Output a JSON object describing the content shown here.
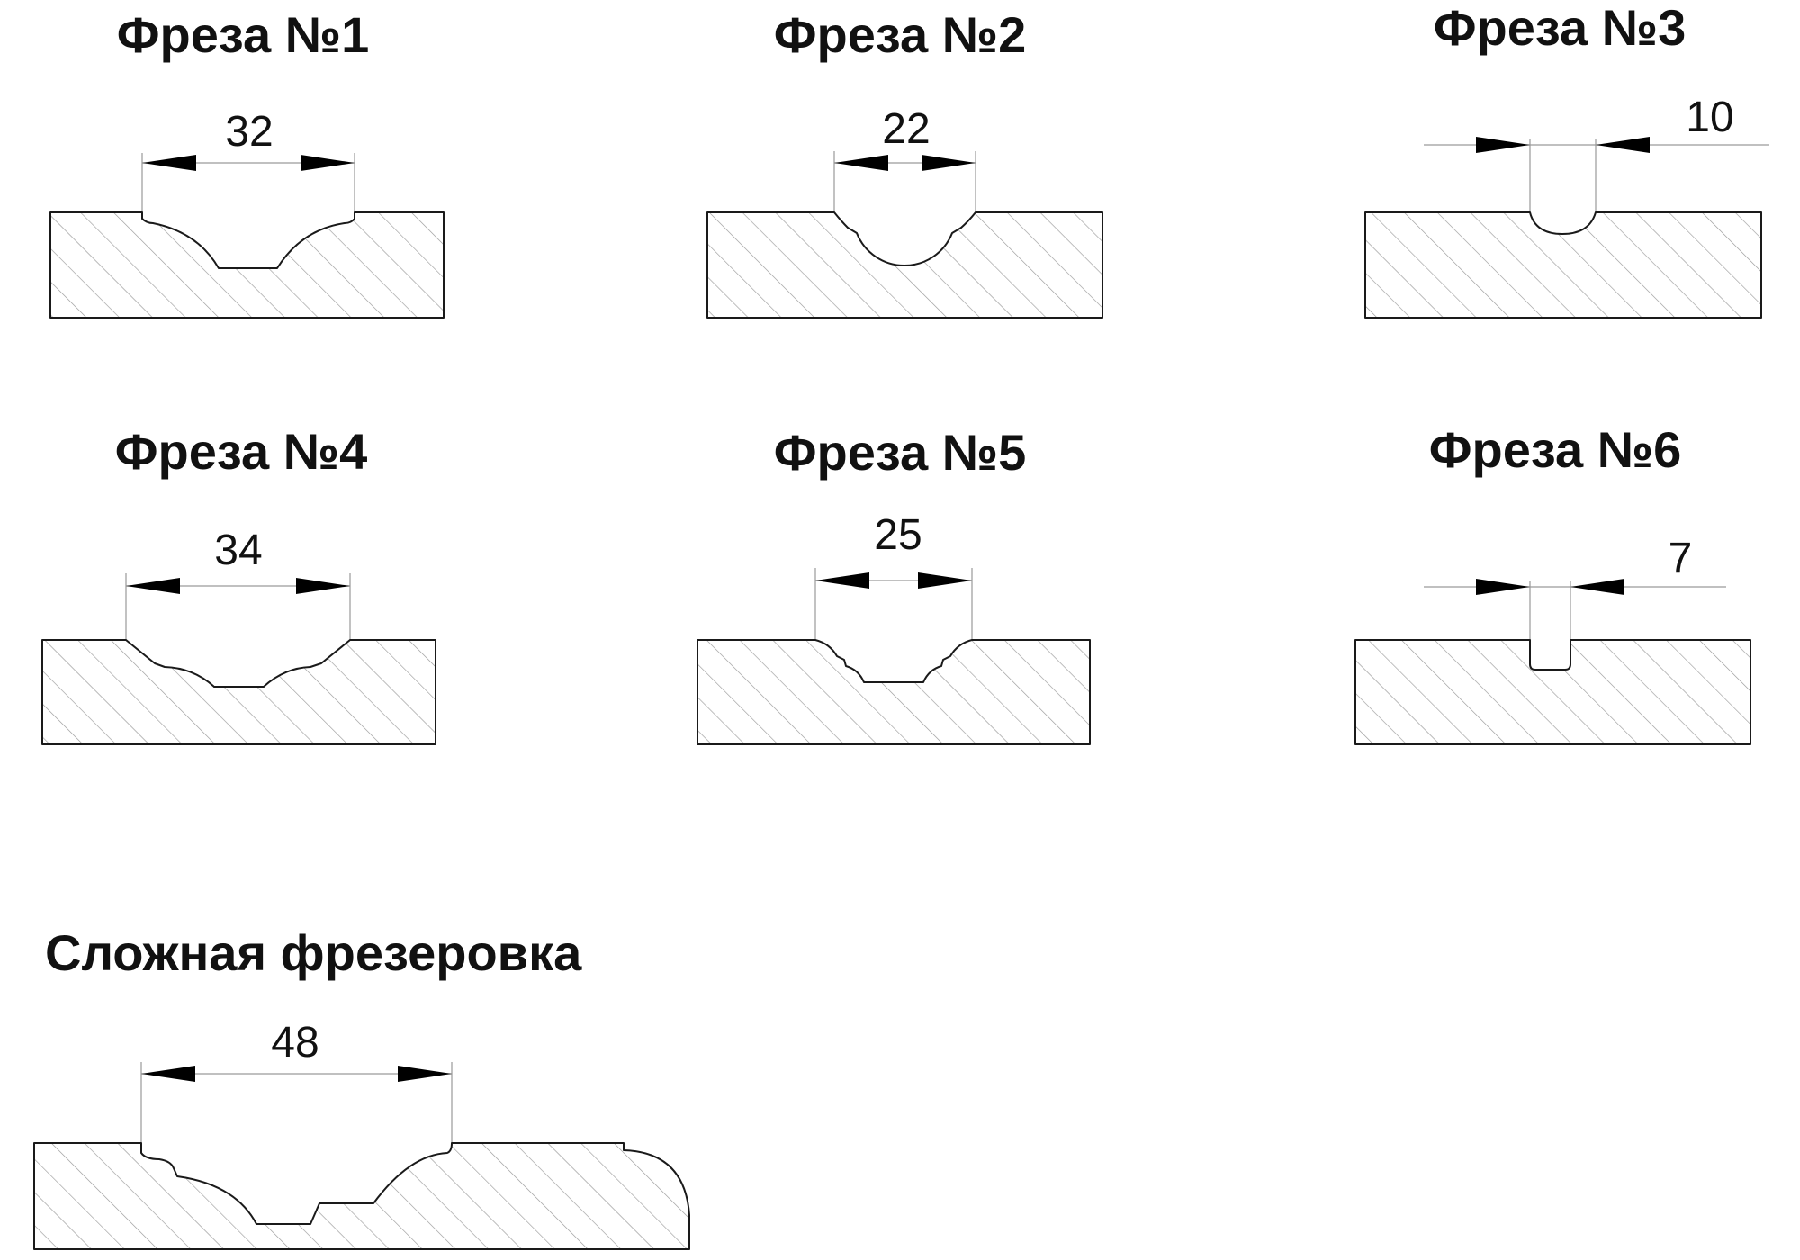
{
  "cutters": [
    {
      "title": "Фреза №1",
      "dimension": "32"
    },
    {
      "title": "Фреза №2",
      "dimension": "22"
    },
    {
      "title": "Фреза №3",
      "dimension": "10"
    },
    {
      "title": "Фреза №4",
      "dimension": "34"
    },
    {
      "title": "Фреза №5",
      "dimension": "25"
    },
    {
      "title": "Фреза №6",
      "dimension": "7"
    }
  ],
  "complex": {
    "title": "Сложная фрезеровка",
    "dimension": "48"
  },
  "colors": {
    "outline": "#1a1a1a",
    "hatch": "#9a9a9a",
    "arrow": "#000000",
    "text": "#111111"
  }
}
